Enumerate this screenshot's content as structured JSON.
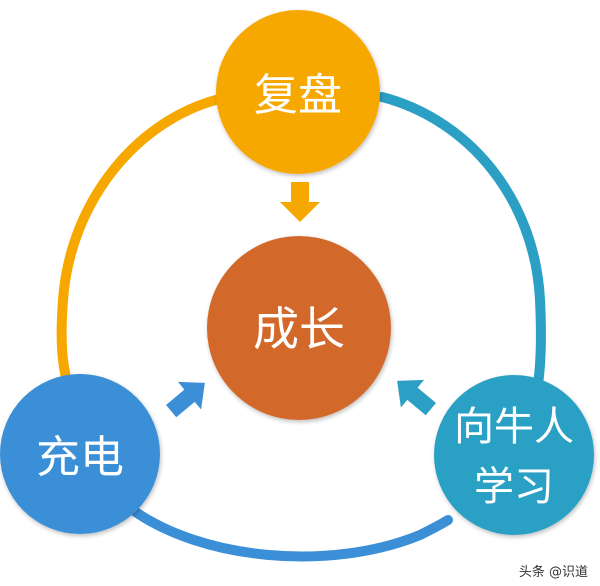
{
  "diagram": {
    "center": {
      "label": "成长",
      "color": "#d2682a"
    },
    "top": {
      "label": "复盘",
      "color": "#f7a800"
    },
    "left": {
      "label": "充电",
      "color": "#3a8fd6"
    },
    "right": {
      "label_line1": "向牛人",
      "label_line2": "学习",
      "color": "#2ba0c4"
    },
    "arcs": {
      "top_to_left": "#f7a800",
      "top_to_right": "#2ba0c4",
      "left_to_right": "#3a8fd6"
    },
    "arrow_colors": {
      "from_top": "#f7a800",
      "from_left": "#3a8fd6",
      "from_right": "#2ba0c4"
    }
  },
  "watermark": {
    "text": "头条 @识道"
  }
}
